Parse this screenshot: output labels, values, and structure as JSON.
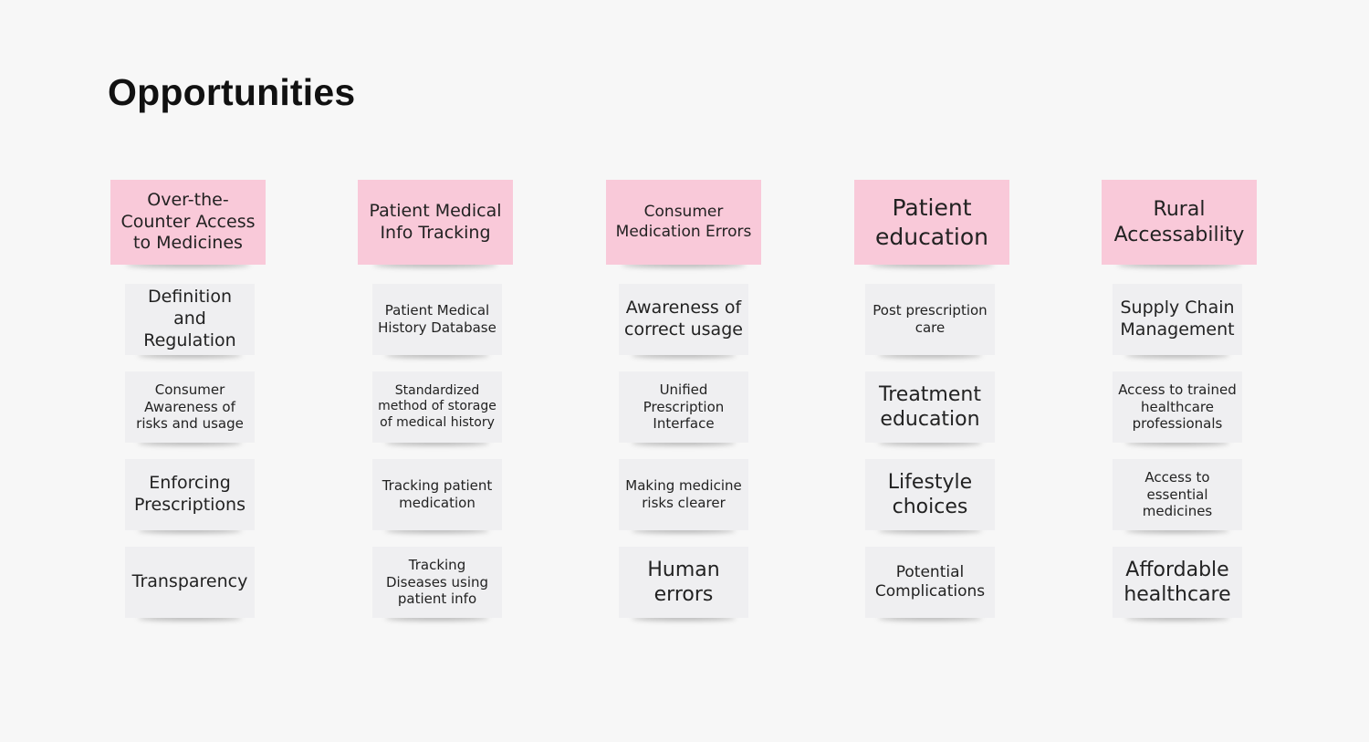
{
  "title": "Opportunities",
  "colors": {
    "header_note": "#f9c9d9",
    "sub_note": "#efeff1",
    "background": "#f7f7f7"
  },
  "columns": [
    {
      "header": "Over-the-Counter Access to Medicines",
      "notes": [
        "Definition and Regulation",
        "Consumer Awareness of risks and usage",
        "Enforcing Prescriptions",
        "Transparency"
      ]
    },
    {
      "header": "Patient Medical Info Tracking",
      "notes": [
        "Patient Medical History Database",
        "Standardized method of storage of medical history",
        "Tracking patient medication",
        "Tracking Diseases using patient info"
      ]
    },
    {
      "header": "Consumer Medication Errors",
      "notes": [
        "Awareness of correct usage",
        "Unified Prescription Interface",
        "Making medicine risks clearer",
        "Human errors"
      ]
    },
    {
      "header": "Patient education",
      "notes": [
        "Post prescription care",
        "Treatment education",
        "Lifestyle choices",
        "Potential Complications"
      ]
    },
    {
      "header": "Rural Accessability",
      "notes": [
        "Supply Chain Management",
        "Access to trained healthcare professionals",
        "Access to essential medicines",
        "Affordable healthcare"
      ]
    }
  ]
}
